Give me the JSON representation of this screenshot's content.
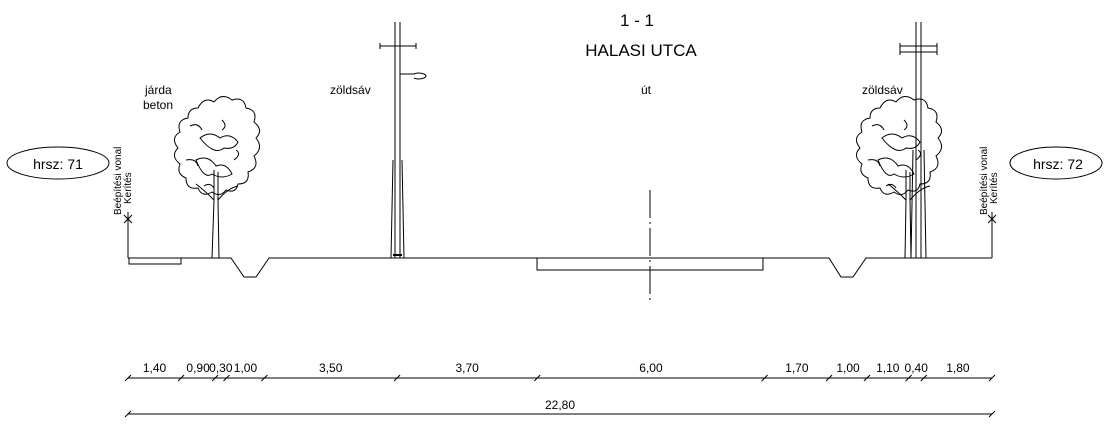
{
  "title": {
    "section": "1 - 1",
    "street": "HALASI UTCA"
  },
  "labels": {
    "sidewalk_line1": "járda",
    "sidewalk_line2": "beton",
    "green_left": "zöldsáv",
    "road": "út",
    "green_right": "zöldsáv",
    "building_line": "Beépítési vonal",
    "fence": "Kerítés"
  },
  "parcels": {
    "left": "hrsz: 71",
    "right": "hrsz: 72"
  },
  "dimensions": {
    "segments": [
      "1,40",
      "0,90",
      "0,30",
      "1,00",
      "3,50",
      "3,70",
      "6,00",
      "1,70",
      "1,00",
      "1,10",
      "0,40",
      "1,80"
    ],
    "total": "22,80"
  }
}
